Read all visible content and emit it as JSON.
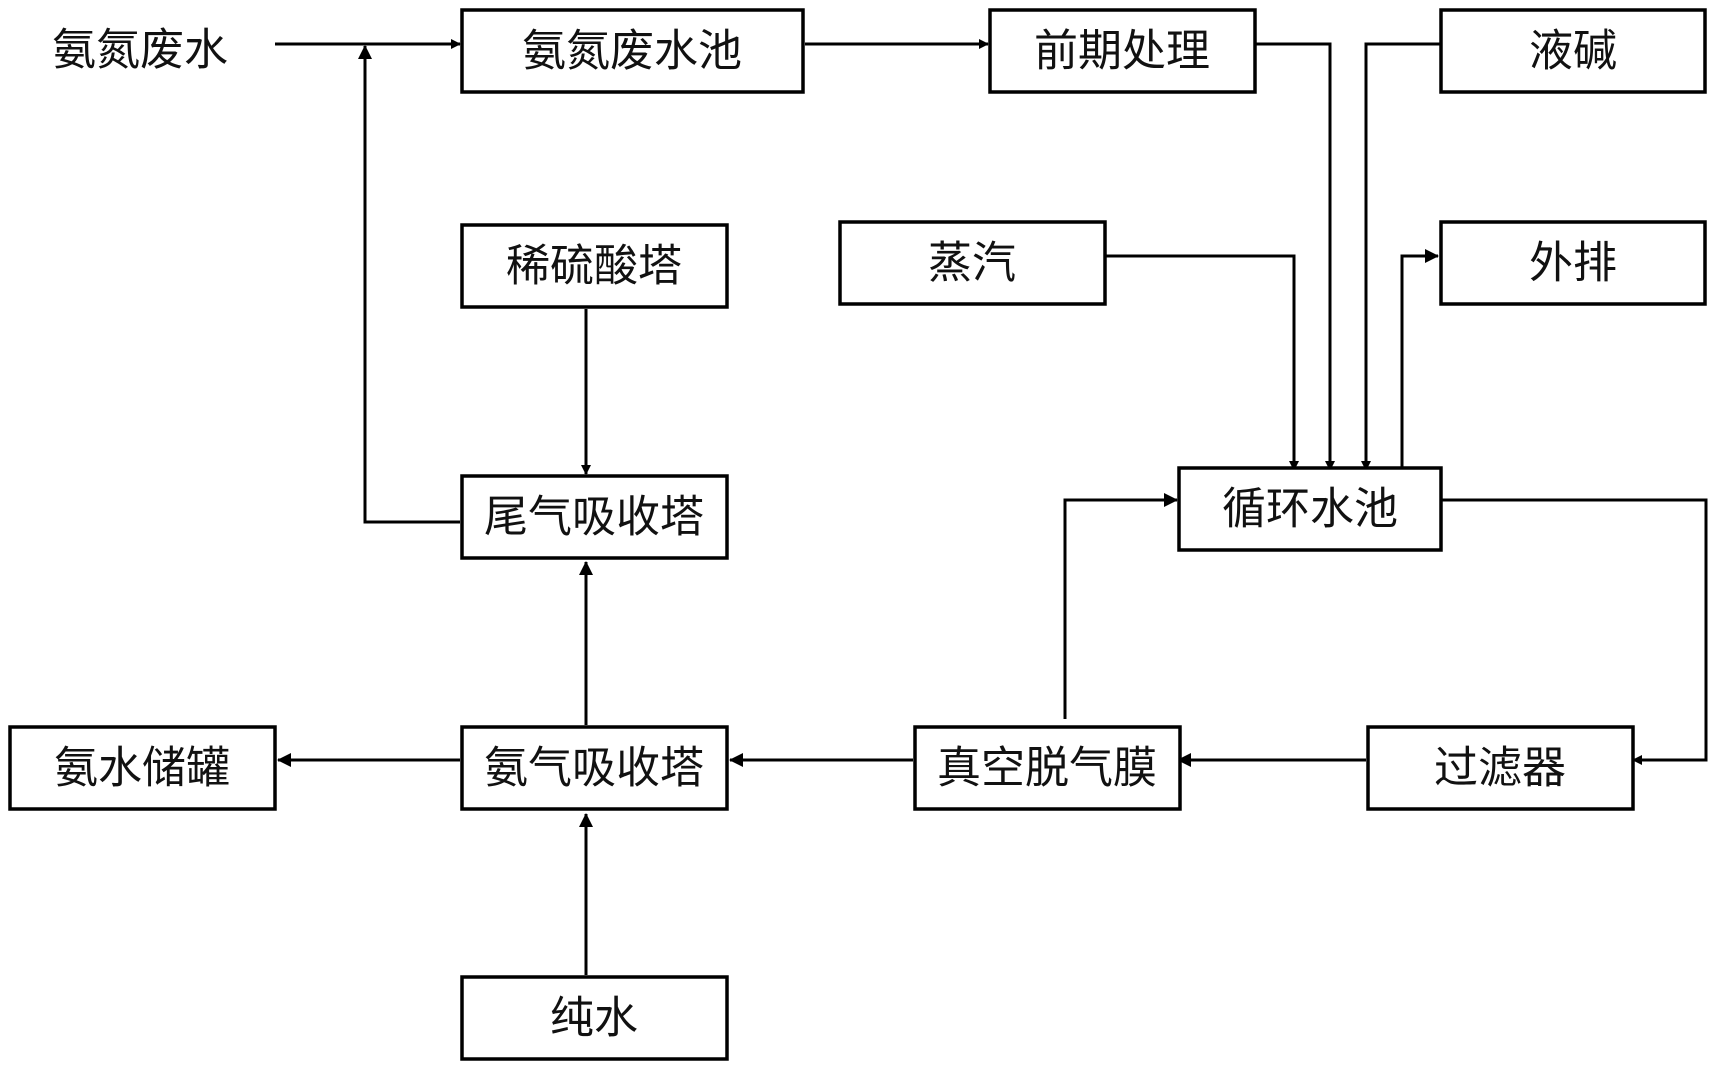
{
  "diagram": {
    "nodes": {
      "ammonia_wastewater": "氨氮废水",
      "wastewater_pool": "氨氮废水池",
      "pretreatment": "前期处理",
      "liquid_caustic": "液碱",
      "dilute_sulfuric_tower": "稀硫酸塔",
      "steam": "蒸汽",
      "discharge": "外排",
      "tail_gas_absorber": "尾气吸收塔",
      "circulating_pool": "循环水池",
      "ammonia_water_tank": "氨水储罐",
      "ammonia_absorber": "氨气吸收塔",
      "vacuum_degassing_membrane": "真空脱气膜",
      "filter": "过滤器",
      "pure_water": "纯水"
    },
    "colors": {
      "line": "#000000",
      "box_fill": "#ffffff",
      "text": "#111111"
    }
  }
}
